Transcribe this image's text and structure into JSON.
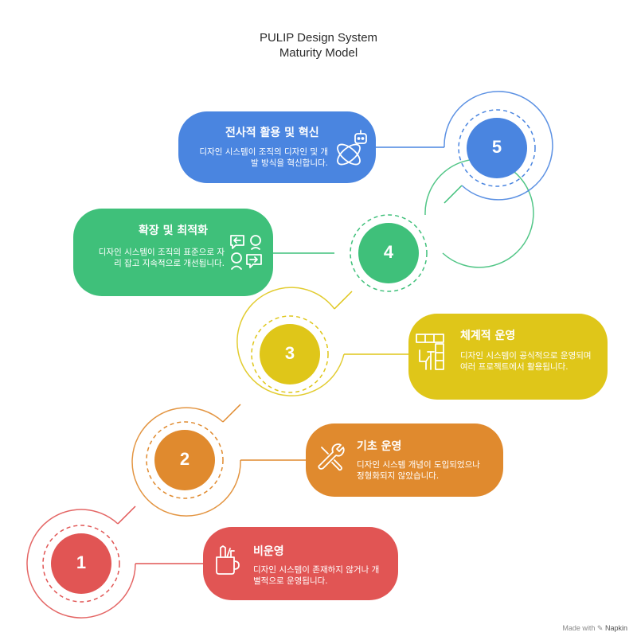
{
  "title_line1": "PULIP Design System",
  "title_line2": "Maturity Model",
  "levels": [
    {
      "number": "1",
      "title": "비운영",
      "desc": "디자인 시스템이 존재하지 않거나 개별적으로 운영됩니다.",
      "color": "#e15554",
      "icon": "art-supplies-cup-icon"
    },
    {
      "number": "2",
      "title": "기초 운영",
      "desc": "디자인 시스템 개념이 도입되었으나 정형화되지 않았습니다.",
      "color": "#e08a2e",
      "icon": "wrench-tools-icon"
    },
    {
      "number": "3",
      "title": "체계적 운영",
      "desc": "디자인 시스템이 공식적으로 운영되며 여러 프로젝트에서 활용됩니다.",
      "color": "#dfc619",
      "icon": "office-workspace-icon"
    },
    {
      "number": "4",
      "title": "확장 및 최적화",
      "desc": "디자인 시스템이 조직의 표준으로 자리 잡고 지속적으로 개선됩니다.",
      "color": "#3fc07a",
      "icon": "people-exchange-icon"
    },
    {
      "number": "5",
      "title": "전사적 활용 및 혁신",
      "desc": "디자인 시스템이 조직의 디자인 및 개발 방식을 혁신합니다.",
      "color": "#4a85e0",
      "icon": "robot-orbit-icon"
    }
  ],
  "footer": {
    "made_with": "Made with",
    "brand": "Napkin"
  }
}
